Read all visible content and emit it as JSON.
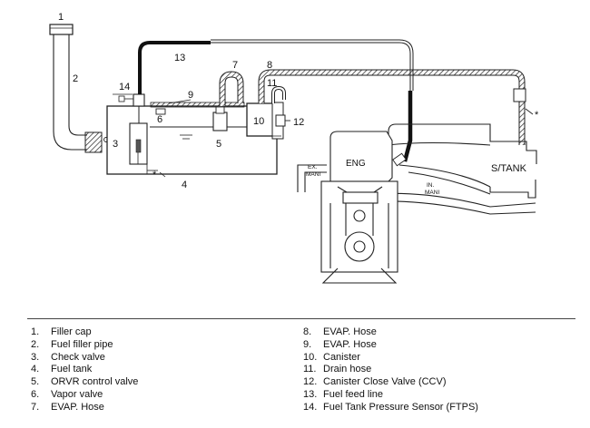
{
  "callouts": {
    "n1": "1",
    "n2": "2",
    "n3": "3",
    "n4": "4",
    "n5": "5",
    "n6": "6",
    "n7": "7",
    "n8": "8",
    "n9": "9",
    "n10": "10",
    "n11": "11",
    "n12": "12",
    "n13": "13",
    "n14": "14",
    "star_tank": "*",
    "star_ftps": "*"
  },
  "engine_labels": {
    "eng": "ENG",
    "ex_mani_1": "EX.",
    "ex_mani_2": "MANI",
    "in_mani_1": "IN.",
    "in_mani_2": "MANI",
    "s_tank": "S/TANK"
  },
  "legend": {
    "left": [
      {
        "num": "1.",
        "label": "Filler cap"
      },
      {
        "num": "2.",
        "label": "Fuel filler pipe"
      },
      {
        "num": "3.",
        "label": "Check valve"
      },
      {
        "num": "4.",
        "label": "Fuel tank"
      },
      {
        "num": "5.",
        "label": "ORVR control valve"
      },
      {
        "num": "6.",
        "label": "Vapor valve"
      },
      {
        "num": "7.",
        "label": "EVAP. Hose"
      }
    ],
    "right": [
      {
        "num": "8.",
        "label": "EVAP. Hose"
      },
      {
        "num": "9.",
        "label": "EVAP. Hose"
      },
      {
        "num": "10.",
        "label": "Canister"
      },
      {
        "num": "11.",
        "label": "Drain hose"
      },
      {
        "num": "12.",
        "label": "Canister Close Valve (CCV)"
      },
      {
        "num": "13.",
        "label": "Fuel feed line"
      },
      {
        "num": "14.",
        "label": "Fuel Tank Pressure Sensor (FTPS)"
      }
    ]
  }
}
